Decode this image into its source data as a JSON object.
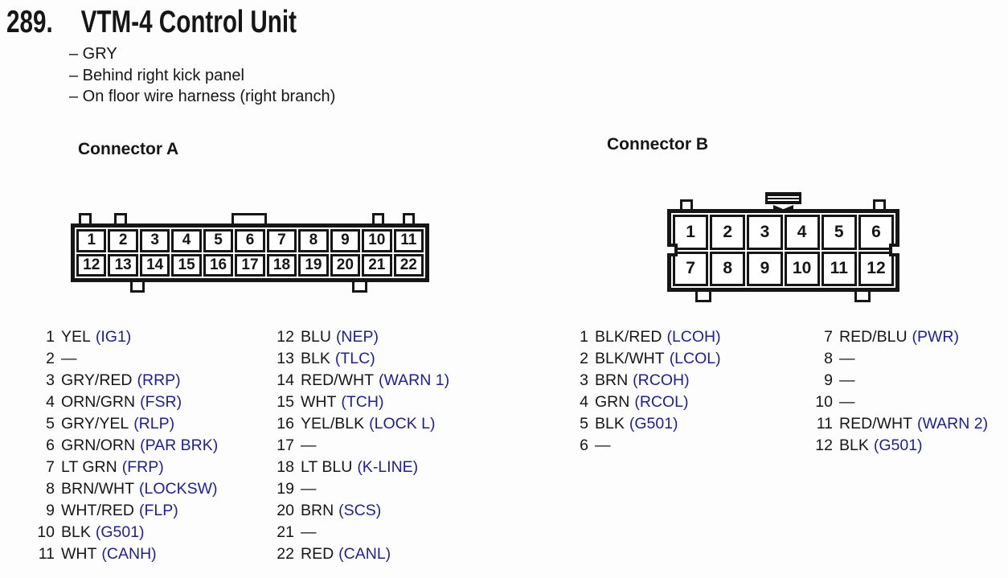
{
  "title": {
    "number": "289.",
    "text": "VTM-4 Control Unit"
  },
  "notes": [
    "– GRY",
    "– Behind right kick panel",
    "– On floor wire harness (right branch)"
  ],
  "colors": {
    "signal_blue": "#1e1e96",
    "ink": "#161616"
  },
  "connector_a": {
    "label": "Connector A",
    "pin_rows": [
      [
        "1",
        "2",
        "3",
        "4",
        "5",
        "6",
        "7",
        "8",
        "9",
        "10",
        "11"
      ],
      [
        "12",
        "13",
        "14",
        "15",
        "16",
        "17",
        "18",
        "19",
        "20",
        "21",
        "22"
      ]
    ],
    "pins_left": [
      {
        "num": "1",
        "wire": "YEL",
        "signal": "(IG1)"
      },
      {
        "num": "2",
        "wire": "—",
        "signal": ""
      },
      {
        "num": "3",
        "wire": "GRY/RED",
        "signal": "(RRP)"
      },
      {
        "num": "4",
        "wire": "ORN/GRN",
        "signal": "(FSR)"
      },
      {
        "num": "5",
        "wire": "GRY/YEL",
        "signal": "(RLP)"
      },
      {
        "num": "6",
        "wire": "GRN/ORN",
        "signal": "(PAR BRK)"
      },
      {
        "num": "7",
        "wire": "LT GRN",
        "signal": "(FRP)"
      },
      {
        "num": "8",
        "wire": "BRN/WHT",
        "signal": "(LOCKSW)"
      },
      {
        "num": "9",
        "wire": "WHT/RED",
        "signal": "(FLP)"
      },
      {
        "num": "10",
        "wire": "BLK",
        "signal": "(G501)"
      },
      {
        "num": "11",
        "wire": "WHT",
        "signal": "(CANH)"
      }
    ],
    "pins_right": [
      {
        "num": "12",
        "wire": "BLU",
        "signal": "(NEP)"
      },
      {
        "num": "13",
        "wire": "BLK",
        "signal": "(TLC)"
      },
      {
        "num": "14",
        "wire": "RED/WHT",
        "signal": "(WARN 1)"
      },
      {
        "num": "15",
        "wire": "WHT",
        "signal": "(TCH)"
      },
      {
        "num": "16",
        "wire": "YEL/BLK",
        "signal": "(LOCK L)"
      },
      {
        "num": "17",
        "wire": "—",
        "signal": ""
      },
      {
        "num": "18",
        "wire": "LT BLU",
        "signal": "(K-LINE)"
      },
      {
        "num": "19",
        "wire": "—",
        "signal": ""
      },
      {
        "num": "20",
        "wire": "BRN",
        "signal": "(SCS)"
      },
      {
        "num": "21",
        "wire": "—",
        "signal": ""
      },
      {
        "num": "22",
        "wire": "RED",
        "signal": "(CANL)"
      }
    ]
  },
  "connector_b": {
    "label": "Connector B",
    "pin_rows": [
      [
        "1",
        "2",
        "3",
        "4",
        "5",
        "6"
      ],
      [
        "7",
        "8",
        "9",
        "10",
        "11",
        "12"
      ]
    ],
    "pins_left": [
      {
        "num": "1",
        "wire": "BLK/RED",
        "signal": "(LCOH)"
      },
      {
        "num": "2",
        "wire": "BLK/WHT",
        "signal": "(LCOL)"
      },
      {
        "num": "3",
        "wire": "BRN",
        "signal": "(RCOH)"
      },
      {
        "num": "4",
        "wire": "GRN",
        "signal": "(RCOL)"
      },
      {
        "num": "5",
        "wire": "BLK",
        "signal": "(G501)"
      },
      {
        "num": "6",
        "wire": "—",
        "signal": ""
      }
    ],
    "pins_right": [
      {
        "num": "7",
        "wire": "RED/BLU",
        "signal": "(PWR)"
      },
      {
        "num": "8",
        "wire": "—",
        "signal": ""
      },
      {
        "num": "9",
        "wire": "—",
        "signal": ""
      },
      {
        "num": "10",
        "wire": "—",
        "signal": ""
      },
      {
        "num": "11",
        "wire": "RED/WHT",
        "signal": "(WARN 2)"
      },
      {
        "num": "12",
        "wire": "BLK",
        "signal": "(G501)"
      }
    ]
  }
}
